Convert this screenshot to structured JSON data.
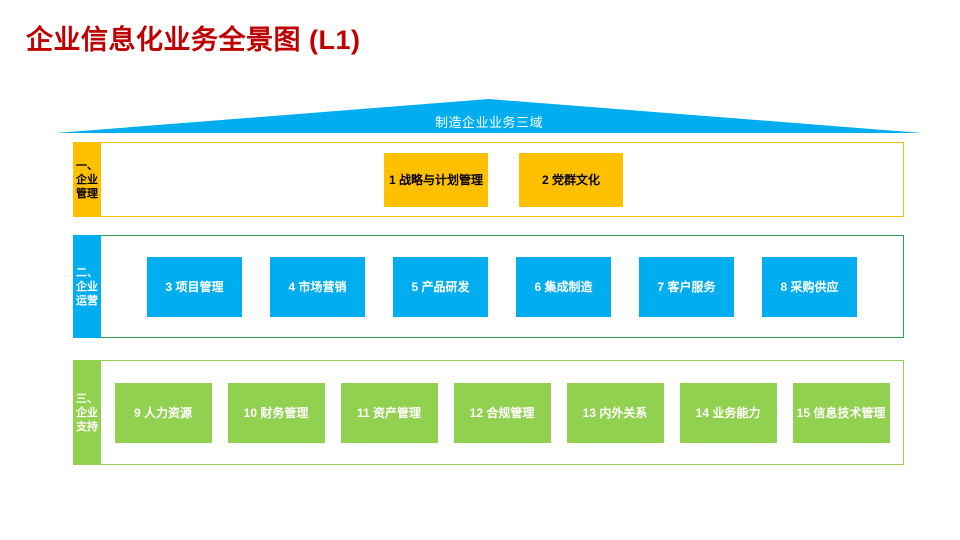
{
  "slide": {
    "title": "企业信息化业务全景图 (L1)",
    "title_color": "#c00000",
    "background": "#ffffff"
  },
  "roof": {
    "label": "制造企业业务三域",
    "color": "#00aeef",
    "text_color": "#ffffff"
  },
  "bands": [
    {
      "id": "band-1",
      "tab_label": "一、企业管理",
      "tab_color": "#ffc000",
      "border_color": "#ffc000",
      "card_color": "#ffc000",
      "card_text_color": "#000000",
      "cards": [
        {
          "number": "1",
          "label": "1 战略与计划管理"
        },
        {
          "number": "2",
          "label": "2 党群文化"
        }
      ]
    },
    {
      "id": "band-2",
      "tab_label": "二、企业运营",
      "tab_color": "#00aeef",
      "border_color": "#2e9e4f",
      "card_color": "#00aeef",
      "card_text_color": "#ffffff",
      "cards": [
        {
          "number": "3",
          "label": "3 项目管理"
        },
        {
          "number": "4",
          "label": "4 市场营销"
        },
        {
          "number": "5",
          "label": "5 产品研发"
        },
        {
          "number": "6",
          "label": "6 集成制造"
        },
        {
          "number": "7",
          "label": "7 客户服务"
        },
        {
          "number": "8",
          "label": "8 采购供应"
        }
      ]
    },
    {
      "id": "band-3",
      "tab_label": "三、企业支持",
      "tab_color": "#92d050",
      "border_color": "#92d050",
      "card_color": "#92d050",
      "card_text_color": "#ffffff",
      "cards": [
        {
          "number": "9",
          "label": "9 人力资源"
        },
        {
          "number": "10",
          "label": "10 财务管理"
        },
        {
          "number": "11",
          "label": "11 资产管理"
        },
        {
          "number": "12",
          "label": "12 合规管理"
        },
        {
          "number": "13",
          "label": "13 内外关系"
        },
        {
          "number": "14",
          "label": "14 业务能力"
        },
        {
          "number": "15",
          "label": "15 信息技术管理"
        }
      ]
    }
  ]
}
